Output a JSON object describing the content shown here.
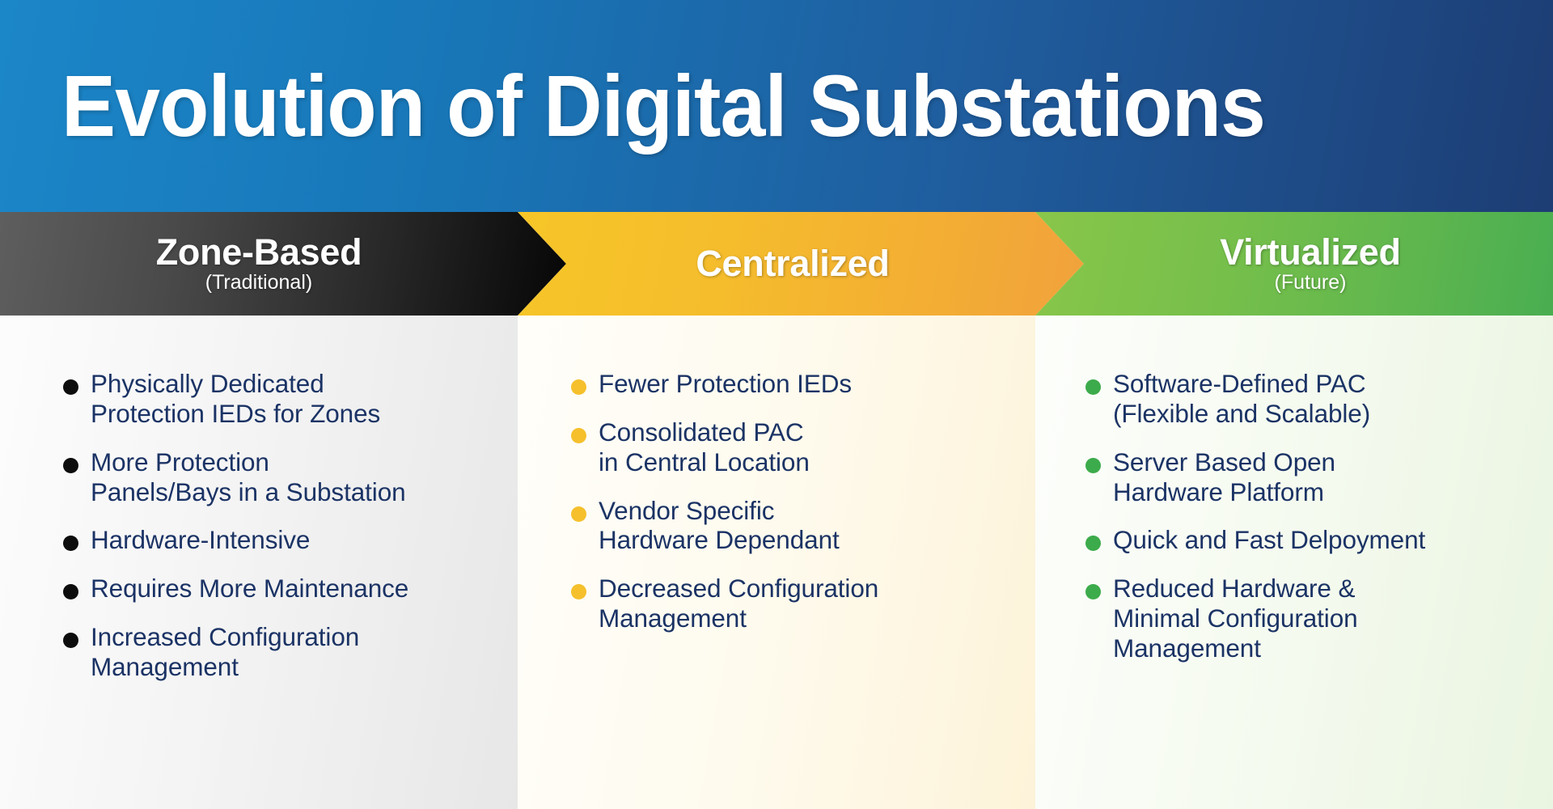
{
  "title": "Evolution of Digital Substations",
  "theme": {
    "banner_gradient_start": "#1b86c8",
    "banner_gradient_end": "#1d3d74",
    "text_navy": "#1b3365",
    "dark_band_start": "#5e5e5e",
    "dark_band_end": "#060606",
    "yellow_band_start": "#f6c628",
    "yellow_band_end": "#f1a23c",
    "green_band_start": "#88c64a",
    "green_band_end": "#49ae51",
    "bullet_black": "#0d0d0d",
    "bullet_yellow": "#f5c02c",
    "bullet_green": "#3cab4b"
  },
  "columns": [
    {
      "heading": "Zone-Based",
      "subheading": "(Traditional)",
      "bullets": [
        "Physically Dedicated\nProtection IEDs for Zones",
        "More Protection\nPanels/Bays in a Substation",
        "Hardware-Intensive",
        "Requires More Maintenance",
        "Increased Configuration\nManagement"
      ]
    },
    {
      "heading": "Centralized",
      "subheading": "",
      "bullets": [
        "Fewer Protection IEDs",
        "Consolidated PAC\nin Central Location",
        "Vendor Specific\nHardware Dependant",
        "Decreased Configuration\nManagement"
      ]
    },
    {
      "heading": "Virtualized",
      "subheading": "(Future)",
      "bullets": [
        "Software-Defined PAC\n(Flexible and Scalable)",
        "Server Based Open\nHardware Platform",
        "Quick and Fast Delpoyment",
        "Reduced Hardware &\nMinimal Configuration\nManagement"
      ]
    }
  ]
}
